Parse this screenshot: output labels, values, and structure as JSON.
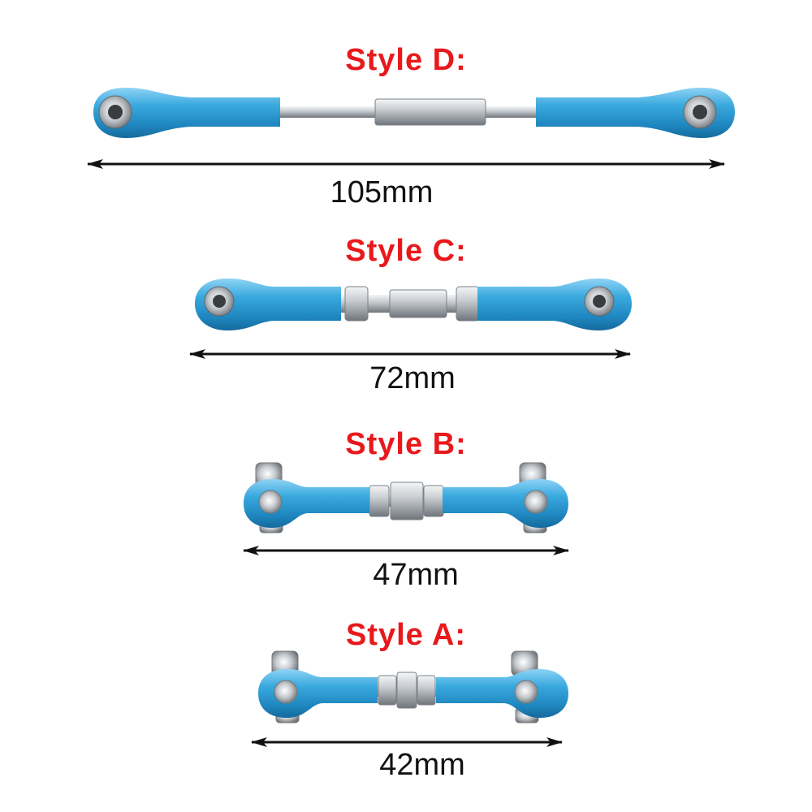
{
  "colors": {
    "label": "#e8191c",
    "dimension_text": "#111111",
    "anodized_blue": "#2f9fd6",
    "steel": "#c8ccd0"
  },
  "styles": [
    {
      "id": "d",
      "label": "Style D:",
      "length": "105mm"
    },
    {
      "id": "c",
      "label": "Style C:",
      "length": "72mm"
    },
    {
      "id": "b",
      "label": "Style B:",
      "length": "47mm"
    },
    {
      "id": "a",
      "label": "Style A:",
      "length": "42mm"
    }
  ]
}
